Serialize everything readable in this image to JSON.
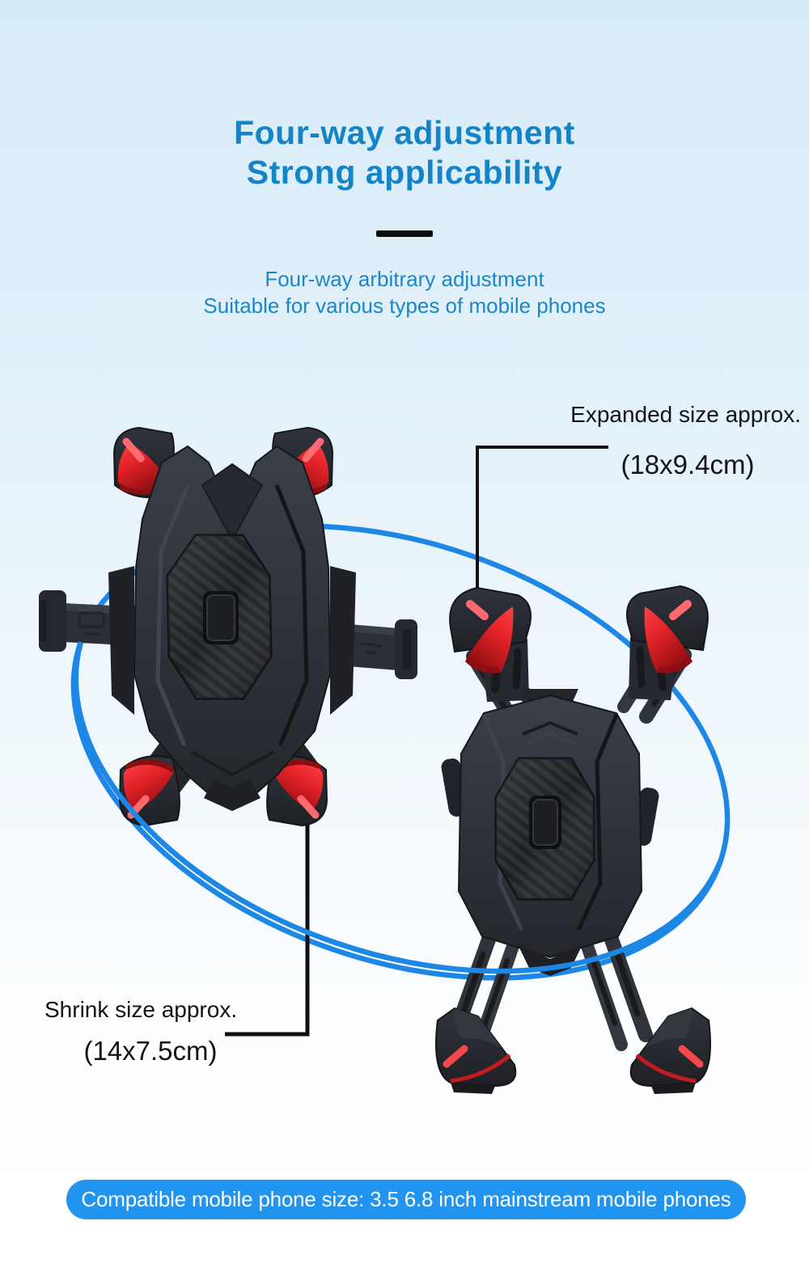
{
  "header": {
    "title_line1": "Four-way adjustment",
    "title_line2": "Strong applicability"
  },
  "subtitle": {
    "line1": "Four-way arbitrary adjustment",
    "line2": "Suitable for various types of mobile phones"
  },
  "callouts": {
    "expanded_label": "Expanded size approx.",
    "expanded_size": "(18x9.4cm)",
    "shrink_label": "Shrink size approx.",
    "shrink_size": "(14x7.5cm)"
  },
  "footer": {
    "compatibility": "Compatible mobile phone size: 3.5 6.8 inch mainstream mobile phones"
  },
  "colors": {
    "background_top": "#d8ecf8",
    "background_bottom": "#ffffff",
    "title_blue": "#1584c6",
    "subtitle_blue": "#1b87c9",
    "ellipse_blue": "#1d87e6",
    "pill_blue": "#2094ef",
    "callout_text": "#141414",
    "callout_line": "#101010",
    "holder_body_dark": "#2c2f36",
    "holder_accent_red": "#e02227"
  }
}
